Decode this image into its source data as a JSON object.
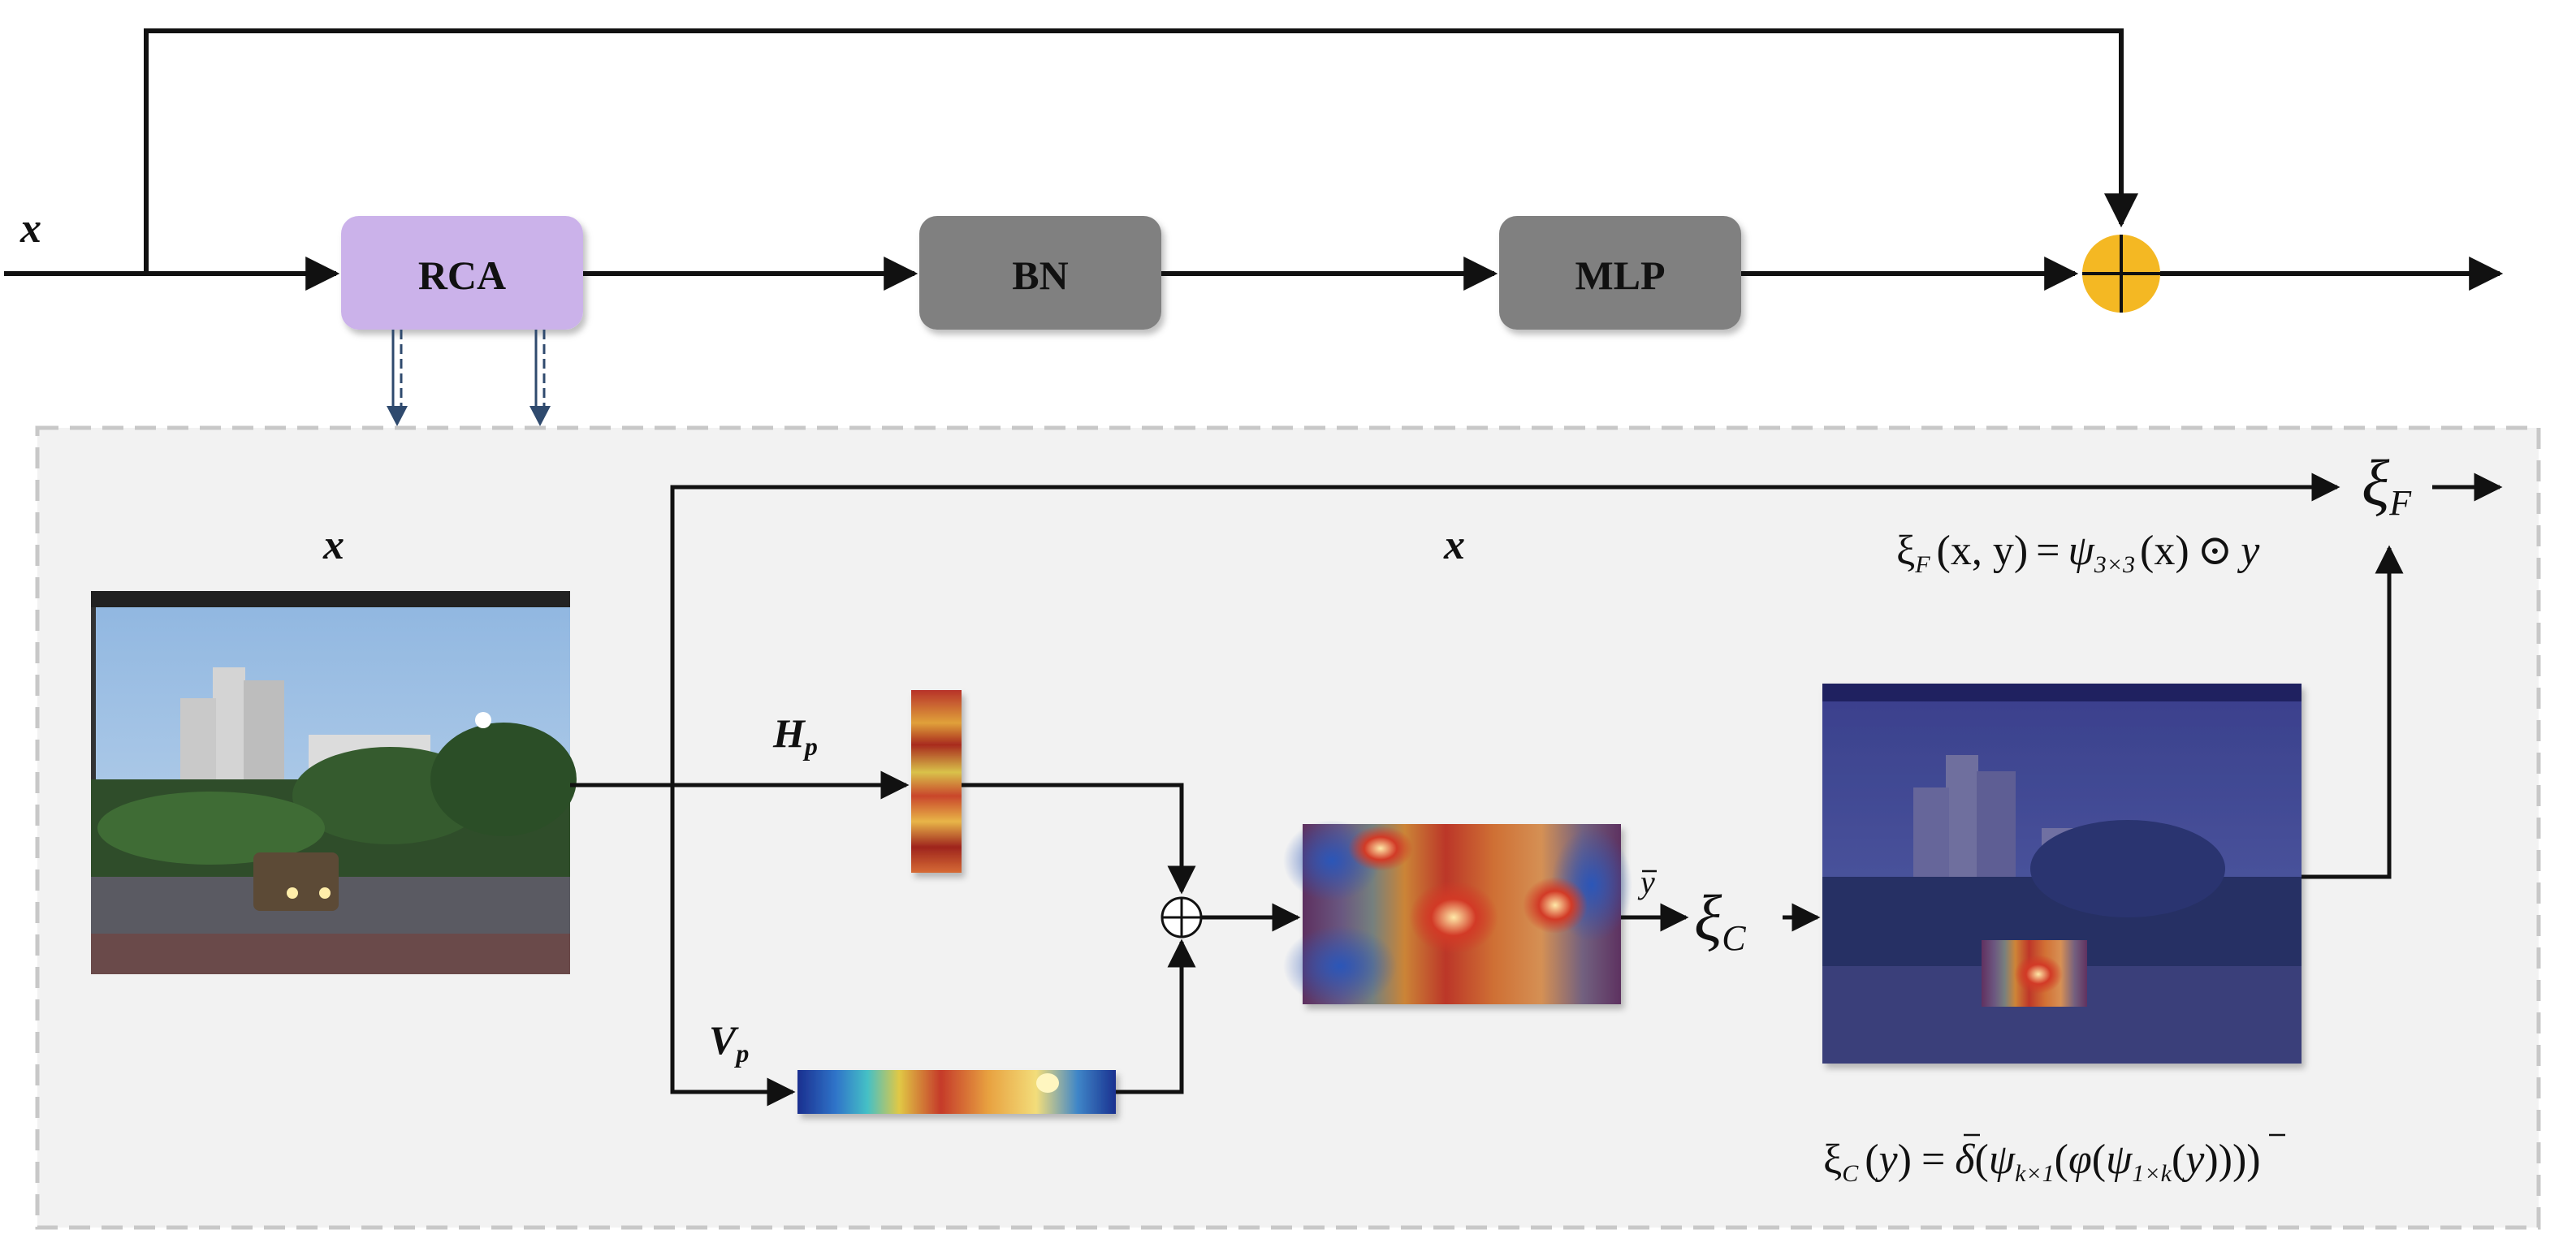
{
  "top_row": {
    "input_label": "x",
    "blocks": [
      {
        "id": "rca",
        "label": "RCA",
        "color": "#cbb2ea"
      },
      {
        "id": "bn",
        "label": "BN",
        "color": "#808080"
      },
      {
        "id": "mlp",
        "label": "MLP",
        "color": "#808080"
      }
    ],
    "sum_node_color": "#f4b823"
  },
  "detail_panel": {
    "input_label_left": "x",
    "input_label_mid": "x",
    "h_pool_label": {
      "base": "H",
      "sub": "p"
    },
    "v_pool_label": {
      "base": "V",
      "sub": "p"
    },
    "ybar_label": "y",
    "xi_c_label": {
      "base": "ξ",
      "sub": "C"
    },
    "xi_f_label": {
      "base": "ξ",
      "sub": "F"
    },
    "eq_f": {
      "lhs": "ξ",
      "lhs_sub": "F",
      "args": "(x, y)",
      "eq": "=",
      "psi": "ψ",
      "psi_sub": "3×3",
      "psi_arg": "(x)",
      "op": "⊙",
      "rhs": "y"
    },
    "eq_c": {
      "lhs": "ξ",
      "lhs_sub": "C",
      "arg": "y",
      "eq": "=",
      "delta": "δ",
      "psi1": "ψ",
      "psi1_sub": "k×1",
      "phi": "φ",
      "psi2": "ψ",
      "psi2_sub": "1×k"
    }
  },
  "colors": {
    "line": "#111111",
    "panel_bg": "#f2f2f2",
    "panel_border": "#c8c8c8",
    "dash_arrow": "#2f4a6e"
  }
}
